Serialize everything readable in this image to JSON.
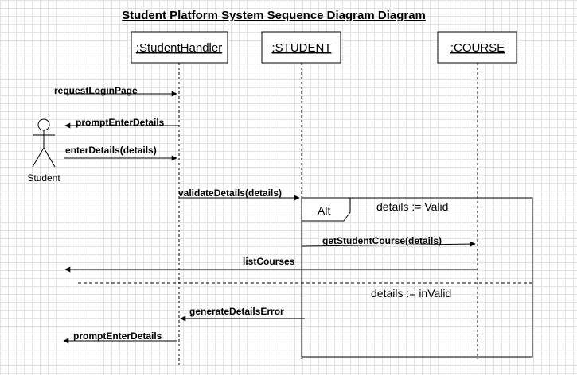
{
  "title": "Student Platform System Sequence Diagram Diagram",
  "actor": {
    "label": "Student"
  },
  "lifelines": [
    {
      "label": ":StudentHandler"
    },
    {
      "label": ":STUDENT"
    },
    {
      "label": ":COURSE"
    }
  ],
  "messages": [
    {
      "label": "requestLoginPage"
    },
    {
      "label": "promptEnterDetails"
    },
    {
      "label": "enterDetails(details)"
    },
    {
      "label": "validateDetails(details)"
    },
    {
      "label": "getStudentCourse(details)"
    },
    {
      "label": "listCourses"
    },
    {
      "label": "generateDetailsError"
    },
    {
      "label": "promptEnterDetails"
    }
  ],
  "fragment": {
    "operator": "Alt",
    "guards": [
      "details := Valid",
      "details := inValid"
    ]
  }
}
